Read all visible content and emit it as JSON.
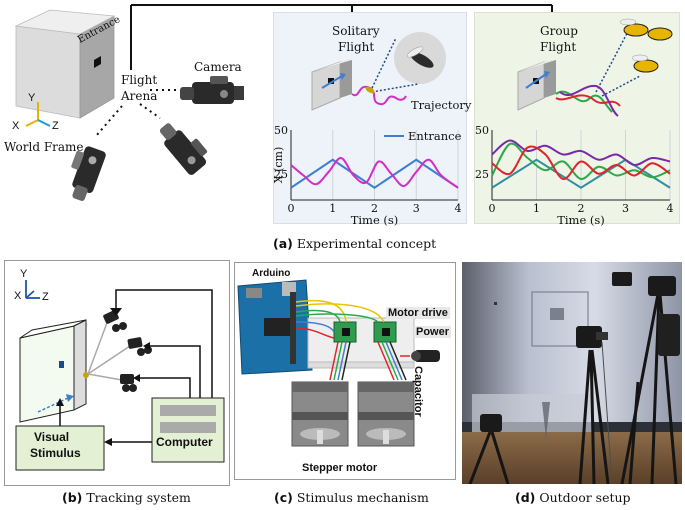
{
  "panel_a": {
    "entrance_label": "Entrance",
    "flight_arena_label_1": "Flight",
    "flight_arena_label_2": "Arena",
    "camera_label": "Camera",
    "world_frame_label": "World Frame",
    "axis_y": "Y",
    "axis_x": "X",
    "axis_z": "Z",
    "solitary_title_1": "Solitary",
    "solitary_title_2": "Flight",
    "group_title_1": "Group",
    "group_title_2": "Flight",
    "trajectory_label": "Trajectory",
    "caption_letter": "(a)",
    "caption_text": " Experimental concept"
  },
  "panel_b": {
    "axis_y": "Y",
    "axis_x": "X",
    "axis_z": "Z",
    "visual_stimulus_1": "Visual",
    "visual_stimulus_2": "Stimulus",
    "computer_label": "Computer",
    "caption_letter": "(b)",
    "caption_text": " Tracking system"
  },
  "panel_c": {
    "arduino_label": "Arduino",
    "motor_drive_label": "Motor drive",
    "power_label": "Power",
    "capacitor_label": "Capacitor",
    "stepper_label": "Stepper motor",
    "caption_letter": "(c)",
    "caption_text": " Stimulus mechanism"
  },
  "panel_d": {
    "caption_letter": "(d)",
    "caption_text": " Outdoor setup"
  },
  "colors": {
    "entrance": "#3f7fcf",
    "magenta": "#d42fc4",
    "purple": "#7a2aa8",
    "green": "#2ea84a",
    "red": "#e0252a",
    "teal": "#2f8fa0",
    "solitary_bg": "#eef3fa",
    "group_bg": "#eef4e6",
    "stimulus_bg": "#e3f0d4"
  },
  "chart_data": [
    {
      "type": "line",
      "panel": "solitary",
      "ylabel": "X (cm)",
      "xlabel": "Time (s)",
      "xlim": [
        0,
        4
      ],
      "ylim": [
        10,
        50
      ],
      "yticks": [
        25,
        50
      ],
      "xticks": [
        0,
        1,
        2,
        3,
        4
      ],
      "legend": "top-right",
      "series": [
        {
          "name": "Entrance",
          "color": "#3f7fcf",
          "x": [
            0,
            0.5,
            1,
            1.5,
            2,
            2.5,
            3,
            3.5,
            4
          ],
          "y": [
            17,
            25,
            33,
            25,
            17,
            25,
            33,
            25,
            17
          ]
        },
        {
          "color": "#d42fc4",
          "x": [
            0,
            0.3,
            0.6,
            0.9,
            1.2,
            1.5,
            1.8,
            2.1,
            2.4,
            2.7,
            3.0,
            3.3,
            3.6,
            4.0
          ],
          "y": [
            30,
            24,
            19,
            26,
            34,
            24,
            20,
            32,
            25,
            18,
            26,
            33,
            24,
            17
          ]
        }
      ]
    },
    {
      "type": "line",
      "panel": "group",
      "xlabel": "Time (s)",
      "xlim": [
        0,
        4
      ],
      "ylim": [
        10,
        50
      ],
      "yticks": [
        25,
        50
      ],
      "xticks": [
        0,
        1,
        2,
        3,
        4
      ],
      "series": [
        {
          "color": "#2f8fa0",
          "x": [
            0,
            0.5,
            1,
            1.5,
            2,
            2.5,
            3,
            3.5,
            4
          ],
          "y": [
            17,
            25,
            33,
            25,
            17,
            25,
            33,
            25,
            17
          ]
        },
        {
          "color": "#7a2aa8",
          "x": [
            0,
            0.4,
            0.8,
            1.2,
            1.6,
            2.0,
            2.4,
            2.8,
            3.2,
            3.6,
            4.0
          ],
          "y": [
            36,
            44,
            38,
            41,
            36,
            38,
            33,
            36,
            30,
            34,
            32
          ]
        },
        {
          "color": "#2ea84a",
          "x": [
            0,
            0.4,
            0.8,
            1.2,
            1.6,
            2.0,
            2.4,
            2.8,
            3.2,
            3.6,
            4.0
          ],
          "y": [
            24,
            42,
            34,
            27,
            32,
            22,
            29,
            24,
            27,
            23,
            27
          ]
        },
        {
          "color": "#e0252a",
          "x": [
            0,
            0.4,
            0.8,
            1.2,
            1.6,
            2.0,
            2.4,
            2.8,
            3.2,
            3.6,
            4.0
          ],
          "y": [
            31,
            25,
            40,
            36,
            22,
            32,
            25,
            30,
            24,
            31,
            25
          ]
        }
      ]
    }
  ]
}
